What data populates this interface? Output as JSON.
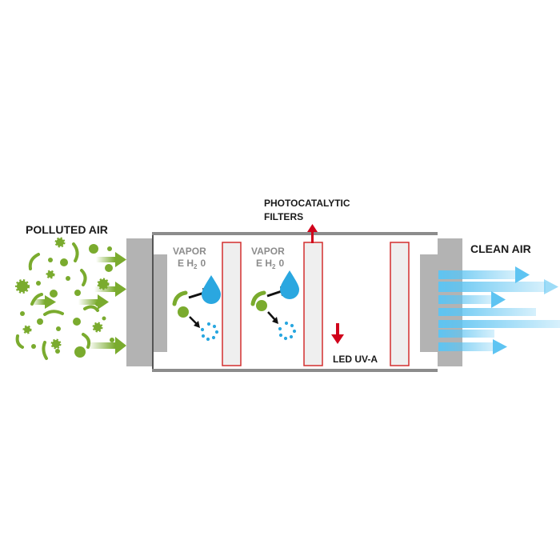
{
  "labels": {
    "polluted_air": "POLLUTED AIR",
    "clean_air": "CLEAN AIR",
    "photocatalytic_line1": "PHOTOCATALYTIC",
    "photocatalytic_line2": "FILTERS",
    "led_uva": "LED UV-A",
    "vapor_1": "VAPOR",
    "formula_1_prefix": "E H",
    "formula_1_sub": "2",
    "formula_1_suffix": "0",
    "vapor_2": "VAPOR",
    "formula_2_prefix": "E H",
    "formula_2_sub": "2",
    "formula_2_suffix": "0"
  },
  "colors": {
    "pollutant_green": "#7aab2e",
    "arrow_red": "#d0021b",
    "filter_border": "#d32f2f",
    "filter_fill": "#efefef",
    "housing_gray": "#b3b3b3",
    "rail_gray": "#8c8c8c",
    "water_blue": "#2aa7e0",
    "clean_air_blue": "#5ec4f2",
    "label_dark": "#1a1a1a",
    "label_gray": "#8c8c8c"
  },
  "icons": {
    "pollutants": "germ-particle-icons",
    "water_drop": "water-drop-icon",
    "vapor_bubbles": "vapor-dots-icon",
    "flow_arrows": "arrow-right-icon"
  }
}
